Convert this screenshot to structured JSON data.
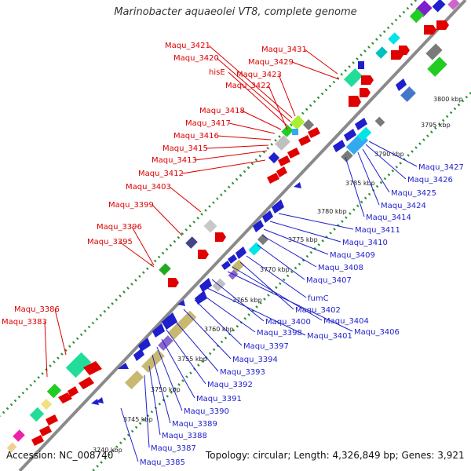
{
  "title": "Marinobacter aquaeolei VT8, complete genome",
  "footer": {
    "accession": "Accession: NC_008740",
    "topology": "Topology: circular; Length: 4,326,849 bp; Genes: 3,921"
  },
  "colors": {
    "backbone": "#8a8a8a",
    "dots": "#2e8b2e",
    "forward_label": "#dd0000",
    "reverse_label": "#1f1fcc",
    "scale_label": "#222222"
  },
  "scale_ticks": [
    "3800 kbp",
    "3795 kbp",
    "3790 kbp",
    "3785 kbp",
    "3780 kbp",
    "3775 kbp",
    "3770 kbp",
    "3765 kbp",
    "3760 kbp",
    "3755 kbp",
    "3750 kbp",
    "3745 kbp",
    "3740 kbp"
  ],
  "forward_labels": [
    "Maqu_3421",
    "Maqu_3420",
    "hisE",
    "Maqu_3423",
    "Maqu_3422",
    "Maqu_3431",
    "Maqu_3429",
    "Maqu_3418",
    "Maqu_3417",
    "Maqu_3416",
    "Maqu_3415",
    "Maqu_3413",
    "Maqu_3412",
    "Maqu_3403",
    "Maqu_3399",
    "Maqu_3396",
    "Maqu_3395",
    "Maqu_3386",
    "Maqu_3383"
  ],
  "reverse_labels": [
    "Maqu_3427",
    "Maqu_3426",
    "Maqu_3425",
    "Maqu_3424",
    "Maqu_3414",
    "Maqu_3411",
    "Maqu_3410",
    "Maqu_3409",
    "Maqu_3408",
    "Maqu_3407",
    "fumC",
    "Maqu_3402",
    "Maqu_3404",
    "Maqu_3406",
    "Maqu_3400",
    "Maqu_3401",
    "Maqu_3398",
    "Maqu_3397",
    "Maqu_3394",
    "Maqu_3393",
    "Maqu_3392",
    "Maqu_3391",
    "Maqu_3390",
    "Maqu_3389",
    "Maqu_3388",
    "Maqu_3387",
    "Maqu_3385"
  ]
}
